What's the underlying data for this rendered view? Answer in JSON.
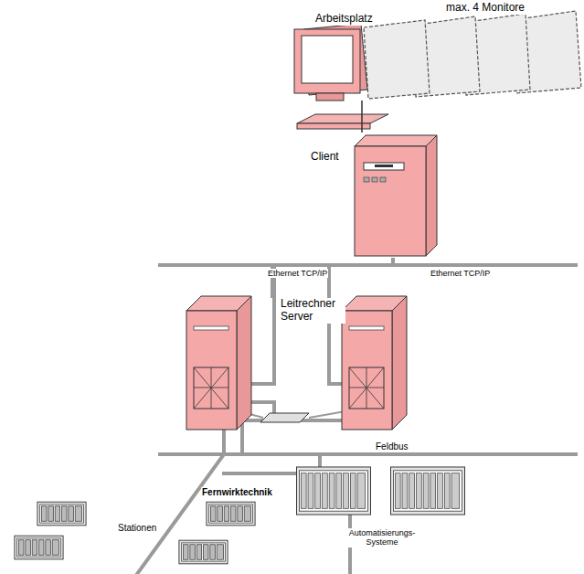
{
  "diagram": {
    "nodes": [
      {
        "text": [
          "Arbeitsplatz"
        ]
      },
      {
        "text": [
          "Client"
        ]
      },
      {
        "text": [
          "Leitrechner Server"
        ]
      },
      {
        "text": [
          "Fernwirktechnik",
          "Stationen"
        ]
      },
      {
        "text": [
          "Automatisierungs- Systeme"
        ]
      }
    ],
    "edges": [
      {
        "from": 0,
        "to": 1,
        "arrow": "none"
      },
      {
        "from": 1,
        "to": 2,
        "arrow": "none"
      }
    ],
    "labels": [
      "max. 4 Monitore",
      "Ethernet TCP/IP",
      "Ethernet TCP/IP",
      "Feldbus"
    ]
  }
}
